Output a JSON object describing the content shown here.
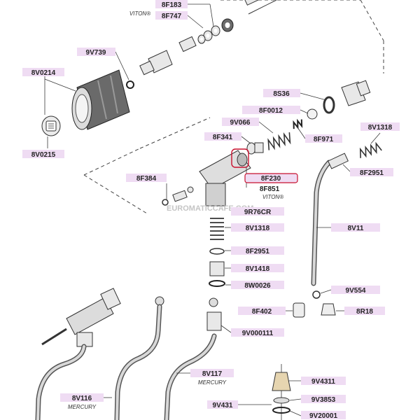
{
  "watermark": "EUROMATICCAFE.COM",
  "labels": {
    "l8F183": "8F183",
    "l8F747": "8F747",
    "l9V739": "9V739",
    "l8V0214": "8V0214",
    "l8V0215": "8V0215",
    "l8S36": "8S36",
    "l8F0012": "8F0012",
    "l9V066": "9V066",
    "l8F971": "8F971",
    "l8V1318a": "8V1318",
    "l8F341": "8F341",
    "l8F2951a": "8F2951",
    "l8F384": "8F384",
    "l8F230": "8F230",
    "l8F851": "8F851",
    "l9R76CR": "9R76CR",
    "l8V1318b": "8V1318",
    "l8F2951b": "8F2951",
    "l8V1418": "8V1418",
    "l8W0026": "8W0026",
    "l8V11": "8V11",
    "l9V554": "9V554",
    "l8F402": "8F402",
    "l8R18": "8R18",
    "l9V000111": "9V000111",
    "l8V117": "8V117",
    "l8V116": "8V116",
    "l9V4311": "9V4311",
    "l9V431": "9V431",
    "l9V3853": "9V3853",
    "l9V20001": "9V20001"
  },
  "notes": {
    "viton1": "VITON®",
    "viton2": "VITON®",
    "mercury1": "MERCURY",
    "mercury2": "MERCURY"
  },
  "colors": {
    "tag_fill": "#efdcf3",
    "highlight_stroke": "#c8102e"
  }
}
